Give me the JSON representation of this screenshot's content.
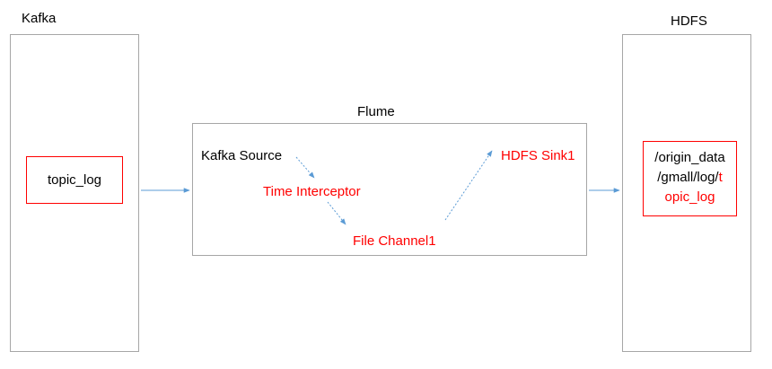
{
  "kafka": {
    "title": "Kafka",
    "topic_label": "topic_log"
  },
  "flume": {
    "title": "Flume",
    "source_label": "Kafka Source",
    "interceptor_label": "Time Interceptor",
    "channel_label": "File Channel1",
    "sink_label": "HDFS Sink1"
  },
  "hdfs": {
    "title": "HDFS",
    "path_line1": "/origin_data",
    "path_line2_black": "/gmall/log/",
    "path_line2_red": "t",
    "path_line3": "opic_log"
  },
  "colors": {
    "accent_red": "#ff0000",
    "arrow_blue": "#5b9bd5",
    "border_gray": "#a6a6a6"
  }
}
